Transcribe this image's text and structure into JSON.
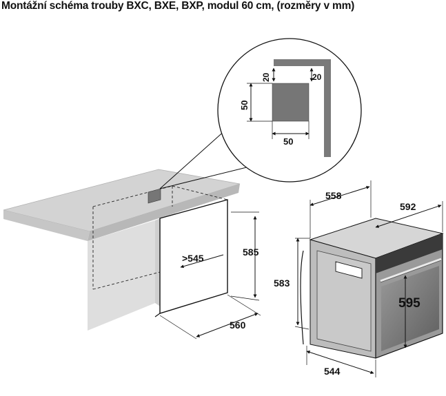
{
  "title": "Montážní schéma trouby BXC, BXE, BXP, modul 60 cm, (rozměry v mm)",
  "detail": {
    "dim_top_left": "20",
    "dim_top_right": "20",
    "dim_height": "50",
    "dim_width": "50"
  },
  "cabinet": {
    "dim_depth": ">545",
    "dim_height": "585",
    "dim_width": "560"
  },
  "oven": {
    "dim_depth": "558",
    "dim_width": "592",
    "dim_height": "583",
    "dim_front_height": "595",
    "dim_bottom_depth": "544"
  },
  "colors": {
    "counter_top": "#d2d2d2",
    "cabinet_side": "#dedede",
    "oven_body": "#bcbcbc",
    "vent_square": "#767676"
  }
}
